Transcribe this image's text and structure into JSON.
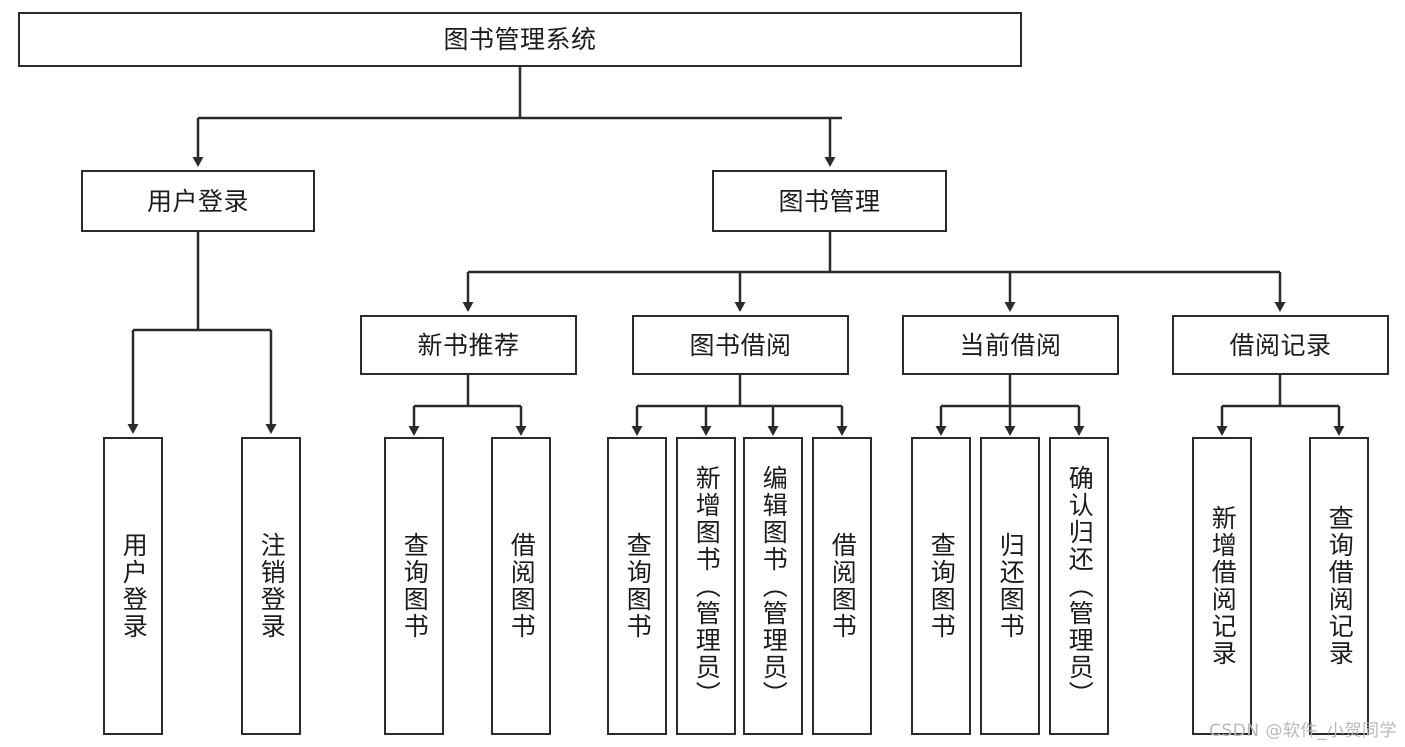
{
  "diagram": {
    "title": "图书管理系统",
    "root": {
      "label": "图书管理系统"
    },
    "level2": [
      {
        "label": "用户登录"
      },
      {
        "label": "图书管理"
      }
    ],
    "level3": [
      {
        "label": "新书推荐"
      },
      {
        "label": "图书借阅"
      },
      {
        "label": "当前借阅"
      },
      {
        "label": "借阅记录"
      }
    ],
    "leaves": {
      "user_login": [
        {
          "label": "用户登录"
        },
        {
          "label": "注销登录"
        }
      ],
      "new_book": [
        {
          "label": "查询图书"
        },
        {
          "label": "借阅图书"
        }
      ],
      "borrow": [
        {
          "label": "查询图书"
        },
        {
          "label": "新增图书（管理员）"
        },
        {
          "label": "编辑图书（管理员）"
        },
        {
          "label": "借阅图书"
        }
      ],
      "current": [
        {
          "label": "查询图书"
        },
        {
          "label": "归还图书"
        },
        {
          "label": "确认归还（管理员）"
        }
      ],
      "records": [
        {
          "label": "新增借阅记录"
        },
        {
          "label": "查询借阅记录"
        }
      ]
    }
  },
  "watermark": {
    "text": "CSDN @软件_小贺同学"
  },
  "colors": {
    "stroke": "#2b2b2b",
    "background": "#ffffff",
    "text": "#1c1c1c",
    "watermark": "#b9b9b9"
  }
}
